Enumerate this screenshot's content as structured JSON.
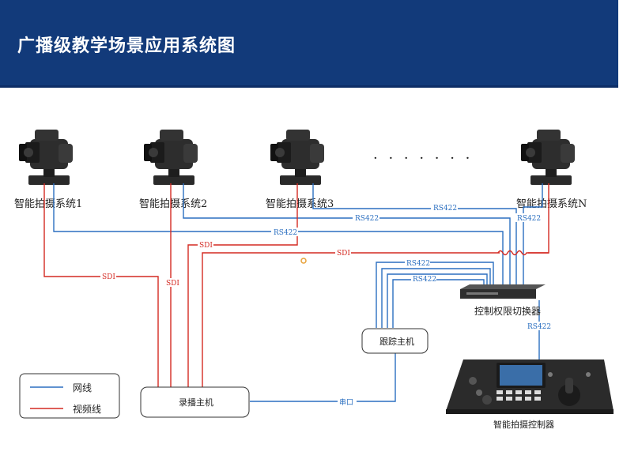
{
  "header": {
    "title": "广播级教学场景应用系统图"
  },
  "cameras": [
    {
      "label": "智能拍摄系统1"
    },
    {
      "label": "智能拍摄系统2"
    },
    {
      "label": "智能拍摄系统3"
    },
    {
      "label": "智能拍摄系统N"
    }
  ],
  "ellipsis": "· · · · · · ·",
  "devices": {
    "switcher": "控制权限切换器",
    "tracker": "跟踪主机",
    "recorder": "录播主机",
    "controller": "智能拍摄控制器"
  },
  "links": {
    "rs422": "RS422",
    "sdi": "SDI",
    "serial": "串口"
  },
  "legend": {
    "network": "网线",
    "video": "视频线"
  },
  "colors": {
    "network": "#2b6fc0",
    "video": "#d42a22",
    "banner": "#123a7a"
  }
}
